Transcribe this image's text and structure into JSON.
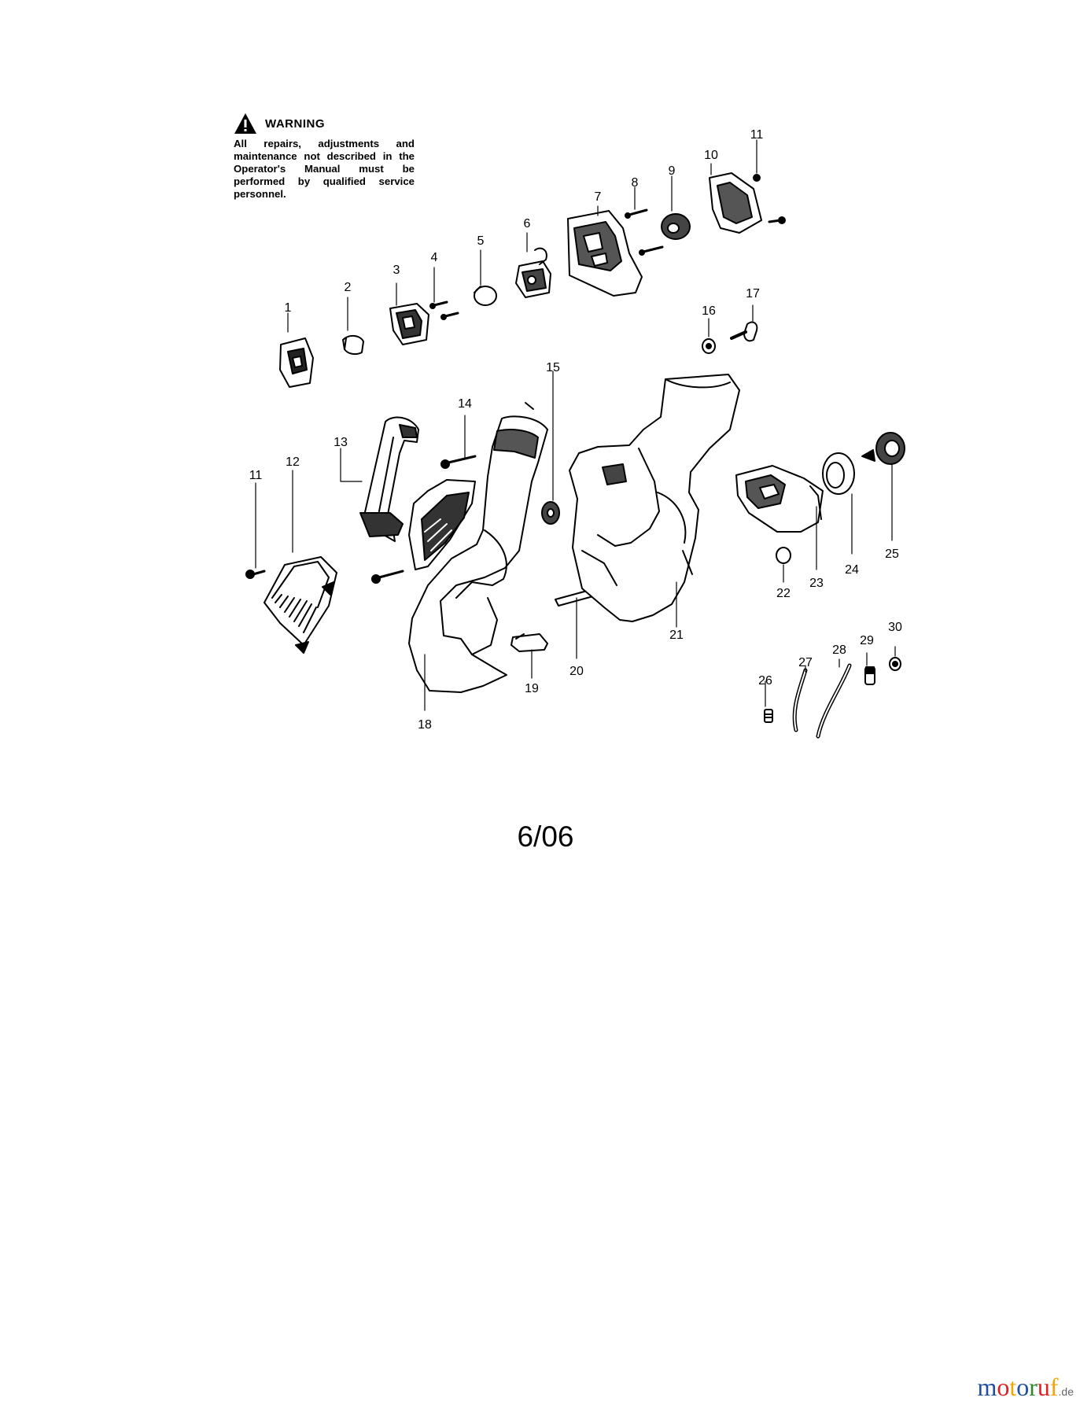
{
  "warning": {
    "title": "WARNING",
    "text": "All repairs, adjustments and maintenance not described in the Operator's Manual must be performed by qualified service personnel."
  },
  "callouts": [
    "1",
    "2",
    "3",
    "4",
    "5",
    "6",
    "7",
    "8",
    "9",
    "10",
    "11",
    "17",
    "16",
    "15",
    "14",
    "13",
    "12",
    "11",
    "18",
    "19",
    "20",
    "21",
    "22",
    "23",
    "24",
    "25",
    "26",
    "27",
    "28",
    "29",
    "30"
  ],
  "page_code": "6/06",
  "brand": {
    "letters": [
      "m",
      "o",
      "t",
      "o",
      "r",
      "u",
      "f"
    ],
    "colors": [
      "#1f4fa0",
      "#e02020",
      "#f2a400",
      "#1f4fa0",
      "#2a8a2a",
      "#e02020",
      "#f2a400"
    ],
    "suffix": ".de"
  }
}
